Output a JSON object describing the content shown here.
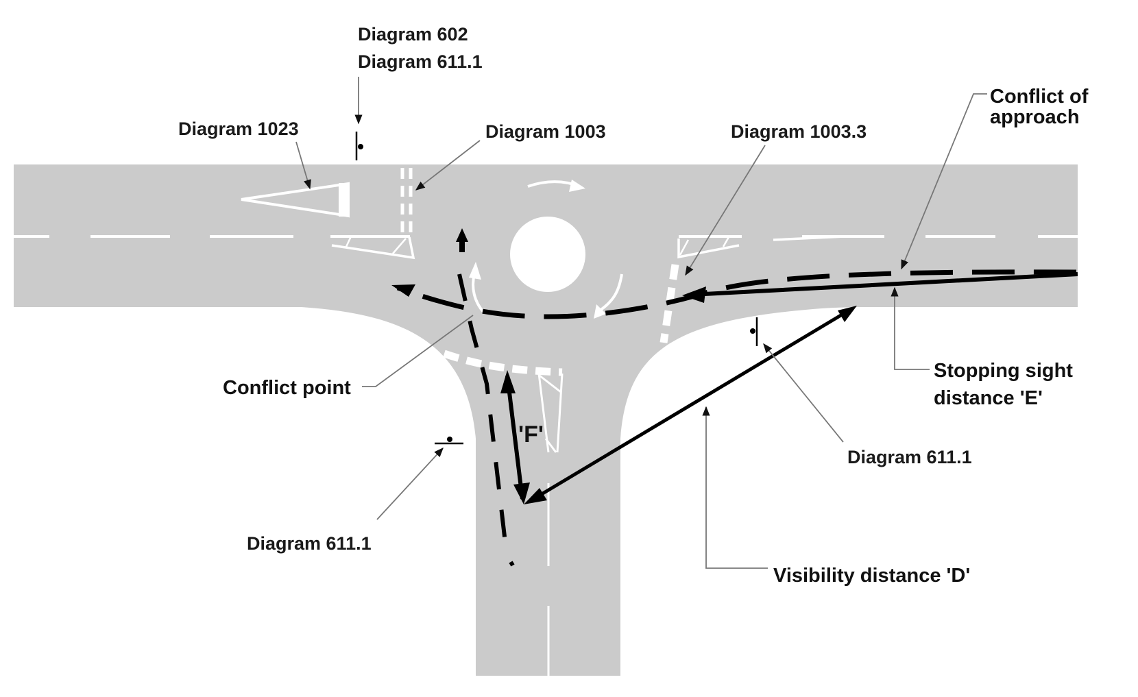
{
  "diagram": {
    "title": "Mini-roundabout T-junction visibility and sign layout",
    "colors": {
      "road": "#cbcbcb",
      "markings": "#ffffff",
      "vehicle_paths": "#000000",
      "leader_lines": "#777777",
      "background": "#ffffff"
    },
    "labels": {
      "diagram_602": "Diagram 602",
      "diagram_611_1_top": "Diagram 611.1",
      "diagram_1023": "Diagram 1023",
      "diagram_1003": "Diagram 1003",
      "diagram_1003_3": "Diagram 1003.3",
      "conflict_of_approach_line1": "Conflict of",
      "conflict_of_approach_line2": "approach",
      "conflict_point": "Conflict point",
      "stopping_sight_line1": "Stopping sight",
      "stopping_sight_line2": "distance 'E'",
      "diagram_611_1_right": "Diagram 611.1",
      "diagram_611_1_left": "Diagram 611.1",
      "visibility_distance": "Visibility distance 'D'",
      "distance_f": "'F'"
    },
    "icons": {
      "sign_post": "give-way-sign-post-icon",
      "central_island": "roundabout-central-island-icon",
      "circulation_arrow": "circulation-arrow-icon",
      "ahead_arrow": "ahead-arrow-icon"
    }
  }
}
